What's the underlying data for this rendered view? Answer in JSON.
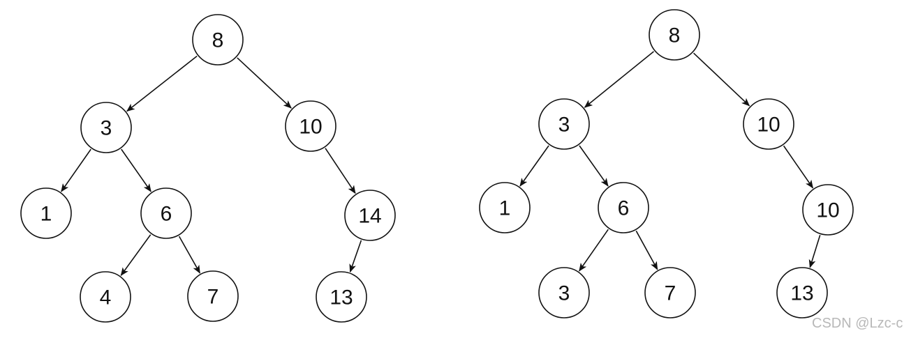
{
  "trees": [
    {
      "id": "left",
      "nodes": [
        {
          "id": "L8",
          "label": "8"
        },
        {
          "id": "L3",
          "label": "3"
        },
        {
          "id": "L10",
          "label": "10"
        },
        {
          "id": "L1",
          "label": "1"
        },
        {
          "id": "L6",
          "label": "6"
        },
        {
          "id": "L14",
          "label": "14"
        },
        {
          "id": "L4",
          "label": "4"
        },
        {
          "id": "L7",
          "label": "7"
        },
        {
          "id": "L13",
          "label": "13"
        }
      ],
      "edges": [
        [
          "L8",
          "L3"
        ],
        [
          "L8",
          "L10"
        ],
        [
          "L3",
          "L1"
        ],
        [
          "L3",
          "L6"
        ],
        [
          "L10",
          "L14"
        ],
        [
          "L6",
          "L4"
        ],
        [
          "L6",
          "L7"
        ],
        [
          "L14",
          "L13"
        ]
      ]
    },
    {
      "id": "right",
      "nodes": [
        {
          "id": "R8",
          "label": "8"
        },
        {
          "id": "R3",
          "label": "3"
        },
        {
          "id": "R10",
          "label": "10"
        },
        {
          "id": "R1",
          "label": "1"
        },
        {
          "id": "R6",
          "label": "6"
        },
        {
          "id": "R10b",
          "label": "10"
        },
        {
          "id": "R3b",
          "label": "3"
        },
        {
          "id": "R7",
          "label": "7"
        },
        {
          "id": "R13",
          "label": "13"
        }
      ],
      "edges": [
        [
          "R8",
          "R3"
        ],
        [
          "R8",
          "R10"
        ],
        [
          "R3",
          "R1"
        ],
        [
          "R3",
          "R6"
        ],
        [
          "R10",
          "R10b"
        ],
        [
          "R6",
          "R3b"
        ],
        [
          "R6",
          "R7"
        ],
        [
          "R10b",
          "R13"
        ]
      ]
    }
  ],
  "watermark": "CSDN @Lzc-c",
  "colors": {
    "stroke": "#111111",
    "fill": "#ffffff",
    "watermark": "#b8b8b8"
  }
}
